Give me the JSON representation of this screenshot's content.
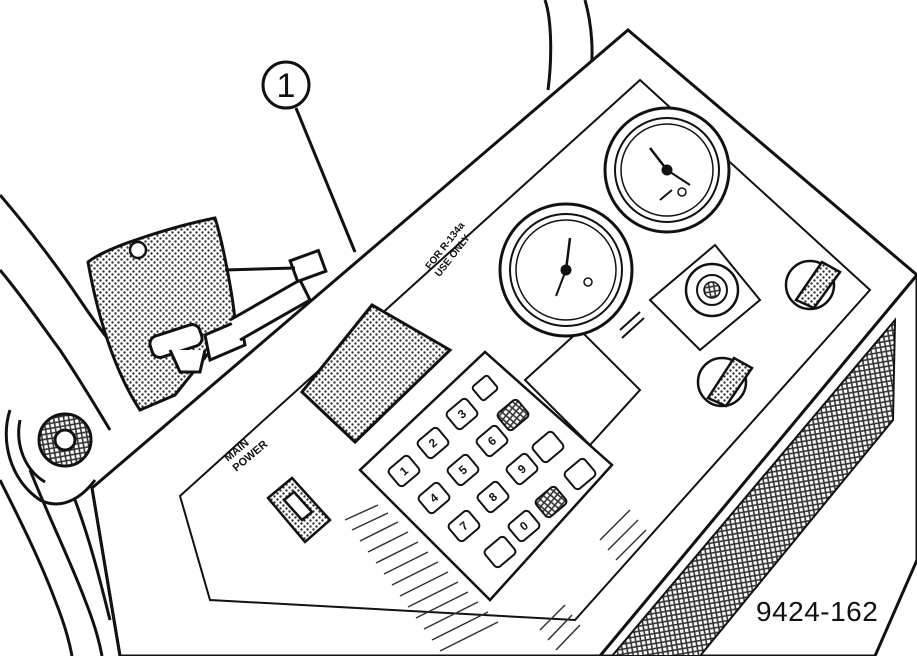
{
  "figure": {
    "callout_number": "1",
    "figure_id": "9424-162"
  },
  "panel": {
    "main_power_label_1": "MAIN",
    "main_power_label_2": "POWER",
    "oem_label_1": "FOR R-134a",
    "oem_label_2": "USE ONLY",
    "keys": [
      "1",
      "2",
      "3",
      "4",
      "5",
      "6",
      "7",
      "8",
      "9",
      "0"
    ]
  },
  "colors": {
    "line": "#111111",
    "hatch": "#555555",
    "background": "#ffffff"
  }
}
